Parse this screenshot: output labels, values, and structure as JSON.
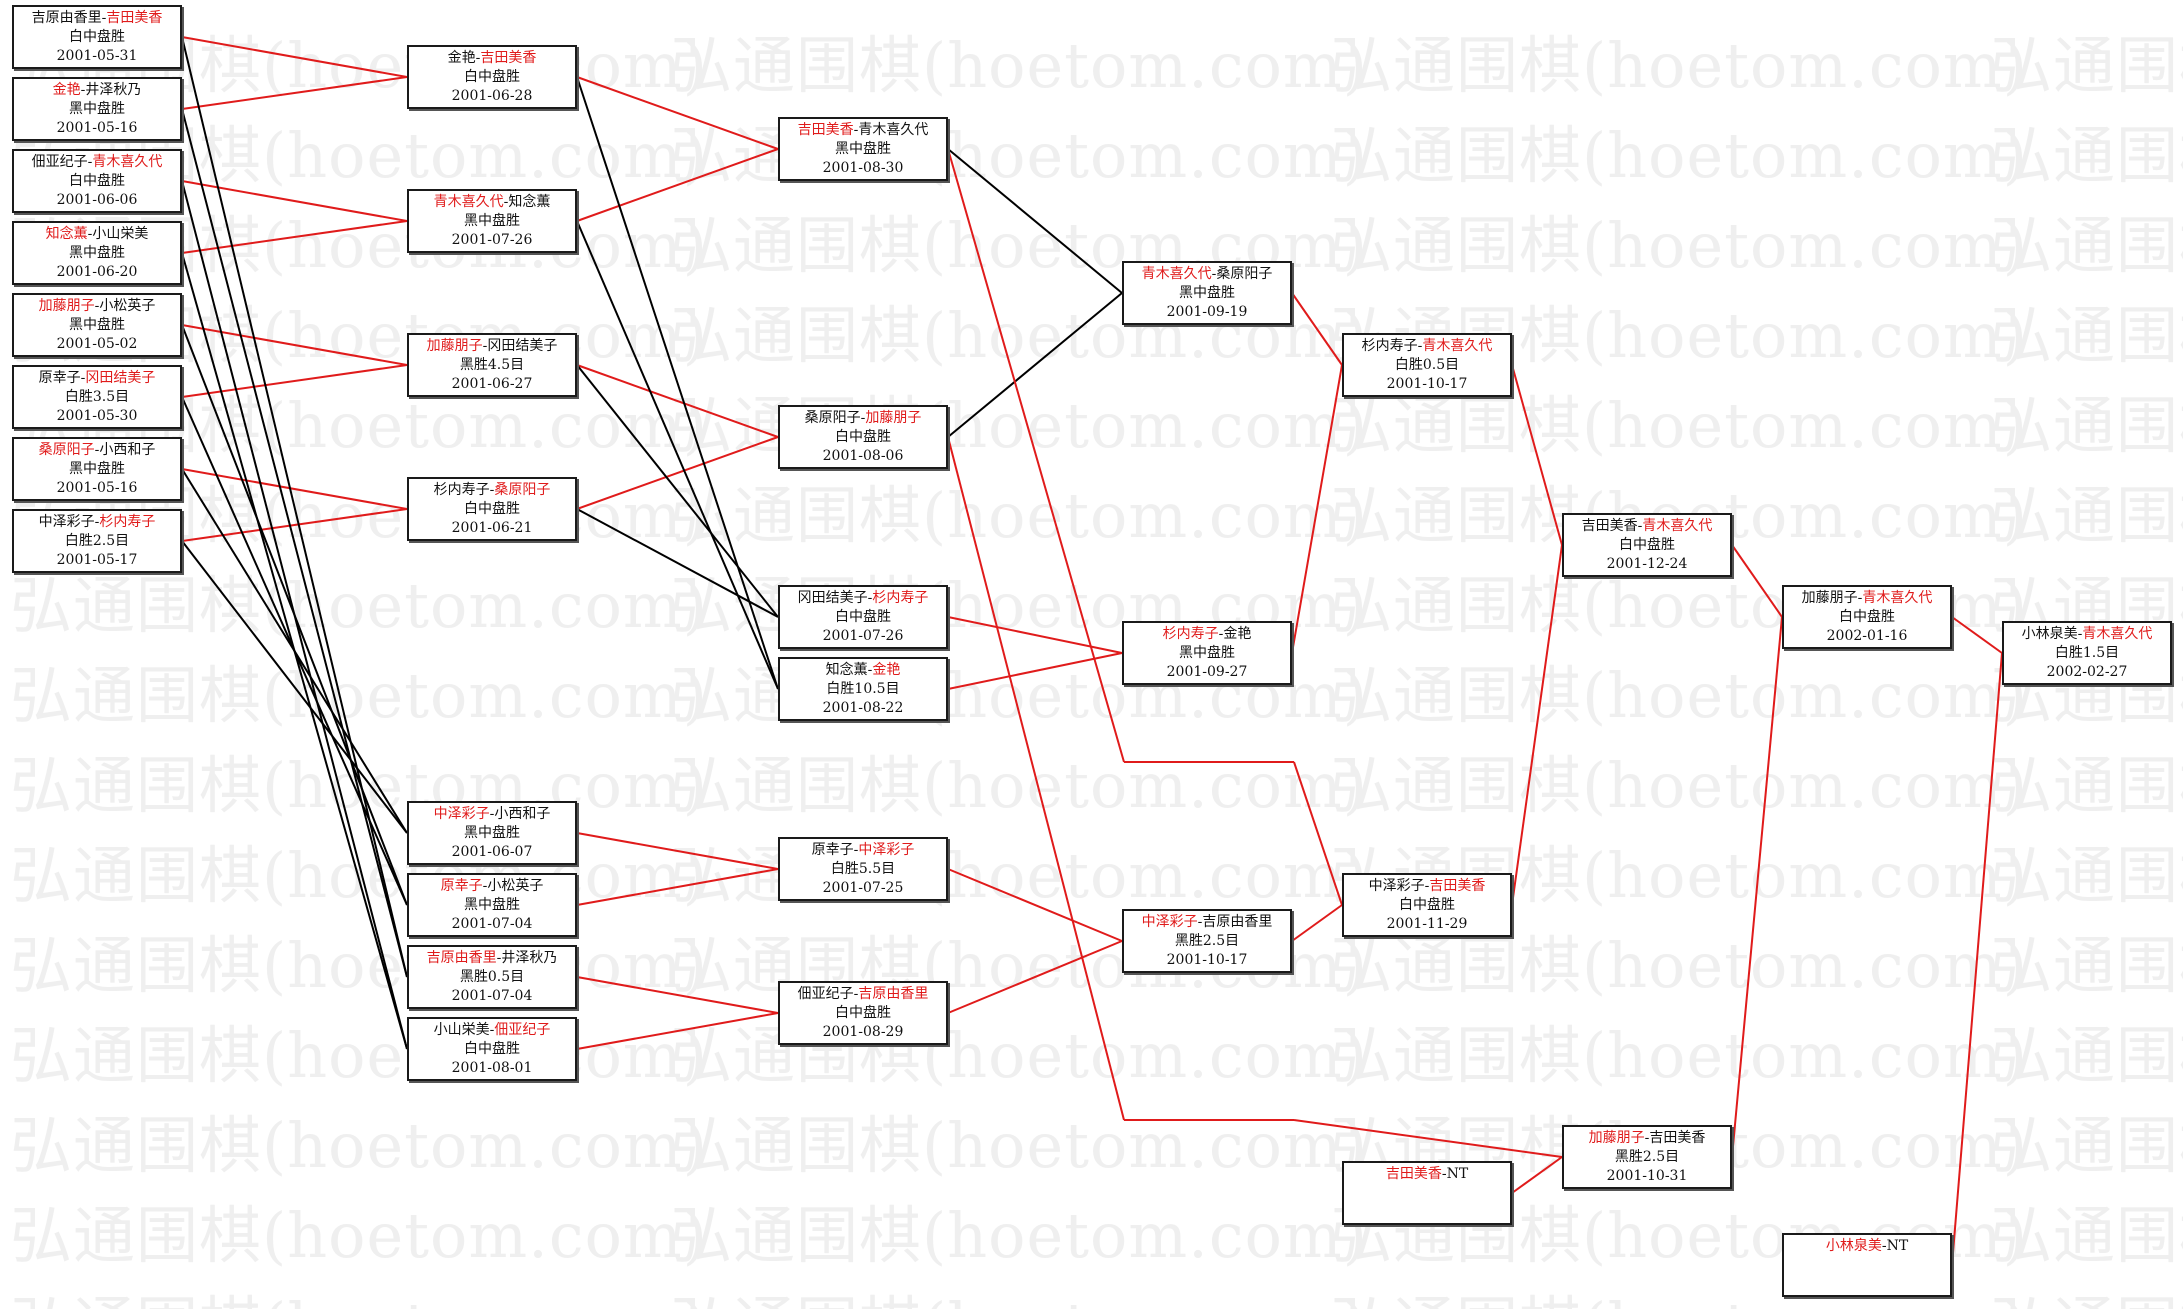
{
  "watermark": "弘通围棋(hoetom.com)",
  "colors": {
    "winner": "#e01b1b",
    "loser_line": "#000000",
    "box_border": "#1a1a1a",
    "watermark": "#efefef"
  },
  "matches": [
    {
      "id": "r1m1",
      "p1": "吉原由香里",
      "p2": "吉田美香",
      "winner": 2,
      "result": "白中盘胜",
      "date": "2001-05-31"
    },
    {
      "id": "r1m2",
      "p1": "金艳",
      "p2": "井泽秋乃",
      "winner": 1,
      "result": "黑中盘胜",
      "date": "2001-05-16"
    },
    {
      "id": "r1m3",
      "p1": "佃亚纪子",
      "p2": "青木喜久代",
      "winner": 2,
      "result": "白中盘胜",
      "date": "2001-06-06"
    },
    {
      "id": "r1m4",
      "p1": "知念薫",
      "p2": "小山栄美",
      "winner": 1,
      "result": "黑中盘胜",
      "date": "2001-06-20"
    },
    {
      "id": "r1m5",
      "p1": "加藤朋子",
      "p2": "小松英子",
      "winner": 1,
      "result": "黑中盘胜",
      "date": "2001-05-02"
    },
    {
      "id": "r1m6",
      "p1": "原幸子",
      "p2": "冈田结美子",
      "winner": 2,
      "result": "白胜3.5目",
      "date": "2001-05-30"
    },
    {
      "id": "r1m7",
      "p1": "桑原阳子",
      "p2": "小西和子",
      "winner": 1,
      "result": "黑中盘胜",
      "date": "2001-05-16"
    },
    {
      "id": "r1m8",
      "p1": "中泽彩子",
      "p2": "杉内寿子",
      "winner": 2,
      "result": "白胜2.5目",
      "date": "2001-05-17"
    },
    {
      "id": "r2m1",
      "p1": "金艳",
      "p2": "吉田美香",
      "winner": 2,
      "result": "白中盘胜",
      "date": "2001-06-28"
    },
    {
      "id": "r2m2",
      "p1": "青木喜久代",
      "p2": "知念薫",
      "winner": 1,
      "result": "黑中盘胜",
      "date": "2001-07-26"
    },
    {
      "id": "r2m3",
      "p1": "加藤朋子",
      "p2": "冈田结美子",
      "winner": 1,
      "result": "黑胜4.5目",
      "date": "2001-06-27"
    },
    {
      "id": "r2m4",
      "p1": "杉内寿子",
      "p2": "桑原阳子",
      "winner": 2,
      "result": "白中盘胜",
      "date": "2001-06-21"
    },
    {
      "id": "r2m5",
      "p1": "中泽彩子",
      "p2": "小西和子",
      "winner": 1,
      "result": "黑中盘胜",
      "date": "2001-06-07"
    },
    {
      "id": "r2m6",
      "p1": "原幸子",
      "p2": "小松英子",
      "winner": 1,
      "result": "黑中盘胜",
      "date": "2001-07-04"
    },
    {
      "id": "r2m7",
      "p1": "吉原由香里",
      "p2": "井泽秋乃",
      "winner": 1,
      "result": "黑胜0.5目",
      "date": "2001-07-04"
    },
    {
      "id": "r2m8",
      "p1": "小山栄美",
      "p2": "佃亚纪子",
      "winner": 2,
      "result": "白中盘胜",
      "date": "2001-08-01"
    },
    {
      "id": "r3m1",
      "p1": "吉田美香",
      "p2": "青木喜久代",
      "winner": 1,
      "result": "黑中盘胜",
      "date": "2001-08-30"
    },
    {
      "id": "r3m2",
      "p1": "桑原阳子",
      "p2": "加藤朋子",
      "winner": 2,
      "result": "白中盘胜",
      "date": "2001-08-06"
    },
    {
      "id": "r3m3",
      "p1": "冈田结美子",
      "p2": "杉内寿子",
      "winner": 2,
      "result": "白中盘胜",
      "date": "2001-07-26"
    },
    {
      "id": "r3m4",
      "p1": "知念薫",
      "p2": "金艳",
      "winner": 2,
      "result": "白胜10.5目",
      "date": "2001-08-22"
    },
    {
      "id": "r3m5",
      "p1": "原幸子",
      "p2": "中泽彩子",
      "winner": 2,
      "result": "白胜5.5目",
      "date": "2001-07-25"
    },
    {
      "id": "r3m6",
      "p1": "佃亚纪子",
      "p2": "吉原由香里",
      "winner": 2,
      "result": "白中盘胜",
      "date": "2001-08-29"
    },
    {
      "id": "r4m1",
      "p1": "青木喜久代",
      "p2": "桑原阳子",
      "winner": 1,
      "result": "黑中盘胜",
      "date": "2001-09-19"
    },
    {
      "id": "r4m2",
      "p1": "杉内寿子",
      "p2": "金艳",
      "winner": 1,
      "result": "黑中盘胜",
      "date": "2001-09-27"
    },
    {
      "id": "r4m3",
      "p1": "中泽彩子",
      "p2": "吉原由香里",
      "winner": 1,
      "result": "黑胜2.5目",
      "date": "2001-10-17"
    },
    {
      "id": "r5m1",
      "p1": "杉内寿子",
      "p2": "青木喜久代",
      "winner": 2,
      "result": "白胜0.5目",
      "date": "2001-10-17"
    },
    {
      "id": "r5m2",
      "p1": "中泽彩子",
      "p2": "吉田美香",
      "winner": 2,
      "result": "白中盘胜",
      "date": "2001-11-29"
    },
    {
      "id": "r5m3",
      "p1": "吉田美香",
      "p2": "NT",
      "winner": 1,
      "result": "",
      "date": ""
    },
    {
      "id": "r6m1",
      "p1": "吉田美香",
      "p2": "青木喜久代",
      "winner": 2,
      "result": "白中盘胜",
      "date": "2001-12-24"
    },
    {
      "id": "r6m2",
      "p1": "加藤朋子",
      "p2": "吉田美香",
      "winner": 1,
      "result": "黑胜2.5目",
      "date": "2001-10-31"
    },
    {
      "id": "r7m1",
      "p1": "加藤朋子",
      "p2": "青木喜久代",
      "winner": 2,
      "result": "白中盘胜",
      "date": "2002-01-16"
    },
    {
      "id": "r7m2",
      "p1": "小林泉美",
      "p2": "NT",
      "winner": 1,
      "result": "",
      "date": ""
    },
    {
      "id": "r8m1",
      "p1": "小林泉美",
      "p2": "青木喜久代",
      "winner": 2,
      "result": "白胜1.5目",
      "date": "2002-02-27"
    }
  ]
}
